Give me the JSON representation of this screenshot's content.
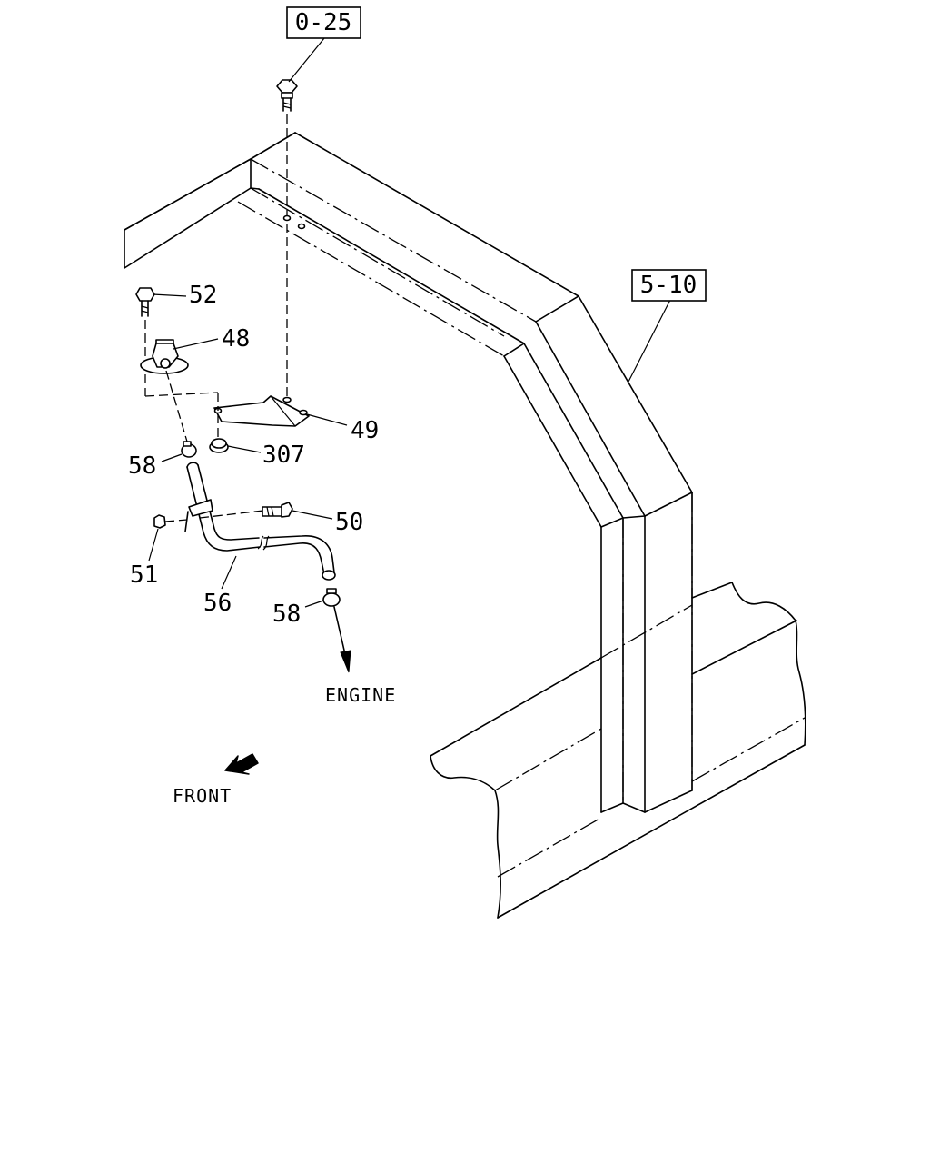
{
  "diagram": {
    "callouts": {
      "ref_0_25": "0-25",
      "ref_5_10": "5-10",
      "p52": "52",
      "p48": "48",
      "p49": "49",
      "p307": "307",
      "p58_upper": "58",
      "p50": "50",
      "p51": "51",
      "p56": "56",
      "p58_lower": "58"
    },
    "direction_labels": {
      "engine": "ENGINE",
      "front": "FRONT"
    }
  }
}
